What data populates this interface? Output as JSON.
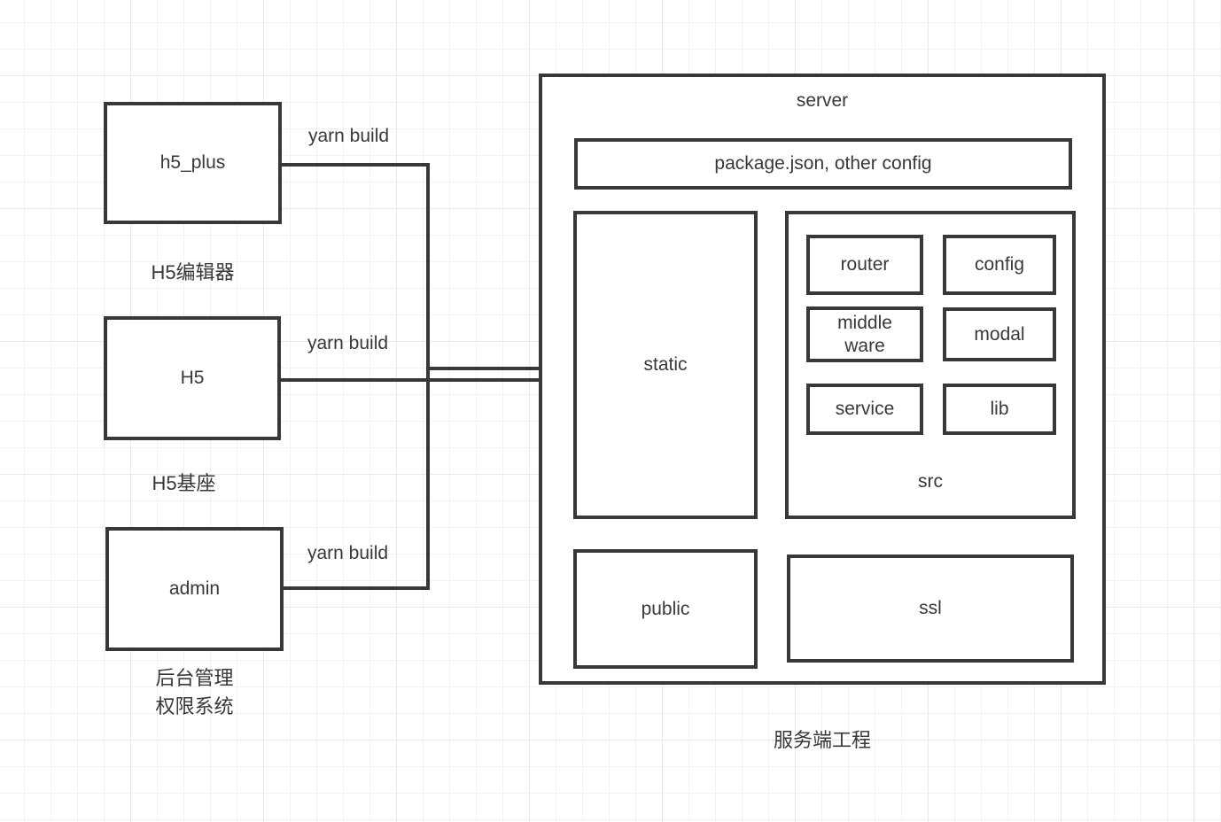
{
  "colors": {
    "stroke": "#383838",
    "text": "#383838",
    "background": "#ffffff",
    "grid-minor": "#f2f2f2",
    "grid-major": "#e9e9e9"
  },
  "clients": [
    {
      "label": "h5_plus",
      "caption": "H5编辑器",
      "edge_label": "yarn build"
    },
    {
      "label": "H5",
      "caption": "H5基座",
      "edge_label": "yarn build"
    },
    {
      "label": "admin",
      "caption": "后台管理\n权限系统",
      "edge_label": "yarn build"
    }
  ],
  "server": {
    "title": "server",
    "config_bar_label": "package.json, other config",
    "static_label": "static",
    "src": {
      "label": "src",
      "modules": [
        "router",
        "config",
        "middle\nware",
        "modal",
        "service",
        "lib"
      ]
    },
    "public_label": "public",
    "ssl_label": "ssl",
    "caption": "服务端工程"
  }
}
